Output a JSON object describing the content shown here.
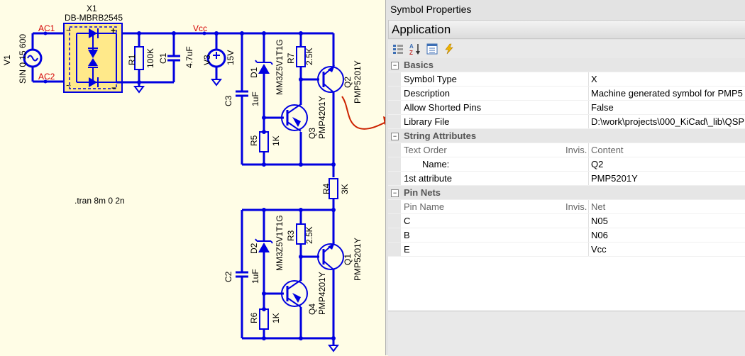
{
  "schematic": {
    "components": {
      "v1": {
        "ref": "V1",
        "value": "SIN 0 15 600"
      },
      "x1": {
        "ref": "X1",
        "value": "DB-MBRB2545"
      },
      "r1": {
        "ref": "R1",
        "value": "100K"
      },
      "c1": {
        "ref": "C1",
        "value": "4.7uF"
      },
      "v3": {
        "ref": "V3",
        "value": "15V"
      },
      "d1": {
        "ref": "D1",
        "value": "MM3Z5V1T1G"
      },
      "r7": {
        "ref": "R7",
        "value": "2.5K"
      },
      "q2": {
        "ref": "Q2",
        "value": "PMP5201Y"
      },
      "c3": {
        "ref": "C3",
        "value": "1uF"
      },
      "q3": {
        "ref": "Q3",
        "value": "PMP4201Y"
      },
      "r5": {
        "ref": "R5",
        "value": "1K"
      },
      "r4": {
        "ref": "R4",
        "value": "3K"
      },
      "d2": {
        "ref": "D2",
        "value": "MM3Z5V1T1G"
      },
      "r3": {
        "ref": "R3",
        "value": "2.5K"
      },
      "q1": {
        "ref": "Q1",
        "value": "PMP5201Y"
      },
      "c2": {
        "ref": "C2",
        "value": "1uF"
      },
      "q4": {
        "ref": "Q4",
        "value": "PMP4201Y"
      },
      "r6": {
        "ref": "R6",
        "value": "1K"
      }
    },
    "nets": {
      "ac1": "AC1",
      "ac2": "AC2",
      "vcc": "Vcc"
    },
    "directive": ".tran 8m 0 2n",
    "bridge_marks": {
      "tilde1": "~",
      "tilde2": "~",
      "plus": "+",
      "minus": "−"
    }
  },
  "panel": {
    "title": "Symbol Properties",
    "header": "Application",
    "toolbar": {
      "categorized": "categorized-icon",
      "alphabetical": "alphabetical-sort-icon",
      "pages": "property-pages-icon",
      "events": "lightning-icon"
    },
    "sections": {
      "basics": {
        "title": "Basics",
        "rows": [
          {
            "label": "Symbol Type",
            "value": "X"
          },
          {
            "label": "Description",
            "value": "Machine generated symbol for PMP5"
          },
          {
            "label": "Allow Shorted Pins",
            "value": "False"
          },
          {
            "label": "Library File",
            "value": "D:\\work\\projects\\000_KiCad\\_lib\\QSP"
          }
        ]
      },
      "string_attributes": {
        "title": "String Attributes",
        "header": {
          "c1": "Text Order",
          "c2": "Invis.",
          "c3": "Content"
        },
        "rows": [
          {
            "label": "Name:",
            "value": "Q2"
          },
          {
            "label": "1st attribute",
            "value": "PMP5201Y"
          }
        ]
      },
      "pin_nets": {
        "title": "Pin Nets",
        "header": {
          "c1": "Pin Name",
          "c2": "Invis.",
          "c3": "Net"
        },
        "rows": [
          {
            "label": "C",
            "value": "N05"
          },
          {
            "label": "B",
            "value": "N06"
          },
          {
            "label": "E",
            "value": "Vcc"
          }
        ]
      }
    }
  },
  "colors": {
    "wire": "#0000e0",
    "net_label": "#d40000",
    "annotation_arrow": "#cc2200",
    "background": "#fffde6"
  }
}
